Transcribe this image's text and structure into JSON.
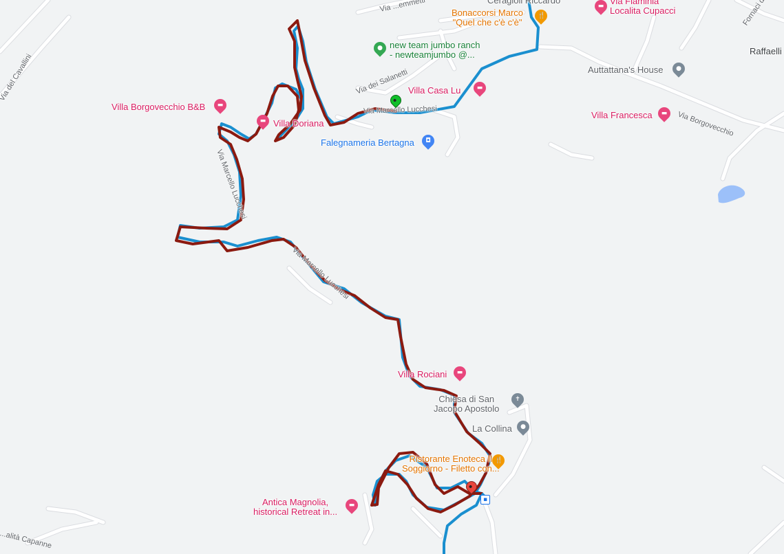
{
  "colors": {
    "background": "#f1f3f4",
    "road": "#ffffff",
    "road_outline": "#dadce0",
    "water": "#9cc0f9",
    "planned_route": "#1a8fcf",
    "recorded_track": "#8b1a10",
    "start_marker": "#0fbf2a",
    "end_marker": "#e8453c"
  },
  "markers": {
    "start": {
      "color": "#0fbf2a"
    },
    "end": {
      "color": "#e8453c"
    }
  },
  "pois": [
    {
      "id": "ceragioli",
      "type": "place",
      "icon": "none",
      "lines": [
        "Ceragioli Riccardo"
      ]
    },
    {
      "id": "bonaccorsi",
      "type": "food",
      "icon": "restaurant-icon",
      "lines": [
        "Bonaccorsi Marco",
        "\"Quel che c'è c'è\""
      ]
    },
    {
      "id": "flaminia",
      "type": "lodging",
      "icon": "hotel-icon",
      "lines": [
        "Via Flaminia",
        "Localita Cupacci"
      ]
    },
    {
      "id": "jumbo",
      "type": "green",
      "icon": "place-icon",
      "lines": [
        "new team jumbo ranch",
        "- newteamjumbo @..."
      ]
    },
    {
      "id": "raffaelli",
      "type": "town",
      "icon": "none",
      "lines": [
        "Raffaelli"
      ]
    },
    {
      "id": "auttattana",
      "type": "place",
      "icon": "place-icon",
      "lines": [
        "Auttattana's House"
      ]
    },
    {
      "id": "casa-lu",
      "type": "lodging",
      "icon": "hotel-icon",
      "lines": [
        "Villa Casa Lu"
      ]
    },
    {
      "id": "borgovecchio-bb",
      "type": "lodging",
      "icon": "hotel-icon",
      "lines": [
        "Villa Borgovecchio B&B"
      ]
    },
    {
      "id": "doriana",
      "type": "lodging",
      "icon": "hotel-icon",
      "lines": [
        "Villa Doriana"
      ]
    },
    {
      "id": "francesca",
      "type": "lodging",
      "icon": "hotel-icon",
      "lines": [
        "Villa Francesca"
      ]
    },
    {
      "id": "bertagna",
      "type": "shop",
      "icon": "shop-icon",
      "lines": [
        "Falegnameria Bertagna"
      ]
    },
    {
      "id": "rociani",
      "type": "lodging",
      "icon": "hotel-icon",
      "lines": [
        "Villa Rociani"
      ]
    },
    {
      "id": "chiesa",
      "type": "place",
      "icon": "church-icon",
      "lines": [
        "Chiesa di San",
        "Jacopo Apostolo"
      ]
    },
    {
      "id": "collina",
      "type": "place",
      "icon": "place-icon",
      "lines": [
        "La Collina"
      ]
    },
    {
      "id": "enoteca",
      "type": "food",
      "icon": "restaurant-icon",
      "lines": [
        "Ristorante Enoteca Il",
        "Soggiorno - Filetto con..."
      ]
    },
    {
      "id": "magnolia",
      "type": "lodging",
      "icon": "hotel-icon",
      "lines": [
        "Antica Magnolia,",
        "historical Retreat in..."
      ]
    }
  ],
  "streets": [
    {
      "id": "cavallini",
      "label": "Via del Cavallini"
    },
    {
      "id": "emmetti",
      "label": "Via ...emmetti"
    },
    {
      "id": "salanetti",
      "label": "Via dei Salanetti"
    },
    {
      "id": "marcello",
      "label": "Via Marcello Lucchesi"
    },
    {
      "id": "borgovecchio",
      "label": "Via Borgovecchio"
    },
    {
      "id": "fornaci",
      "label": "Fornaci di C..."
    },
    {
      "id": "lucchesi-upper",
      "label": "Via Marcello Lucchesi"
    },
    {
      "id": "lucchesi-lower",
      "label": "Via Marcello Lucchesi"
    },
    {
      "id": "capanne",
      "label": "...alità Capanne"
    }
  ]
}
